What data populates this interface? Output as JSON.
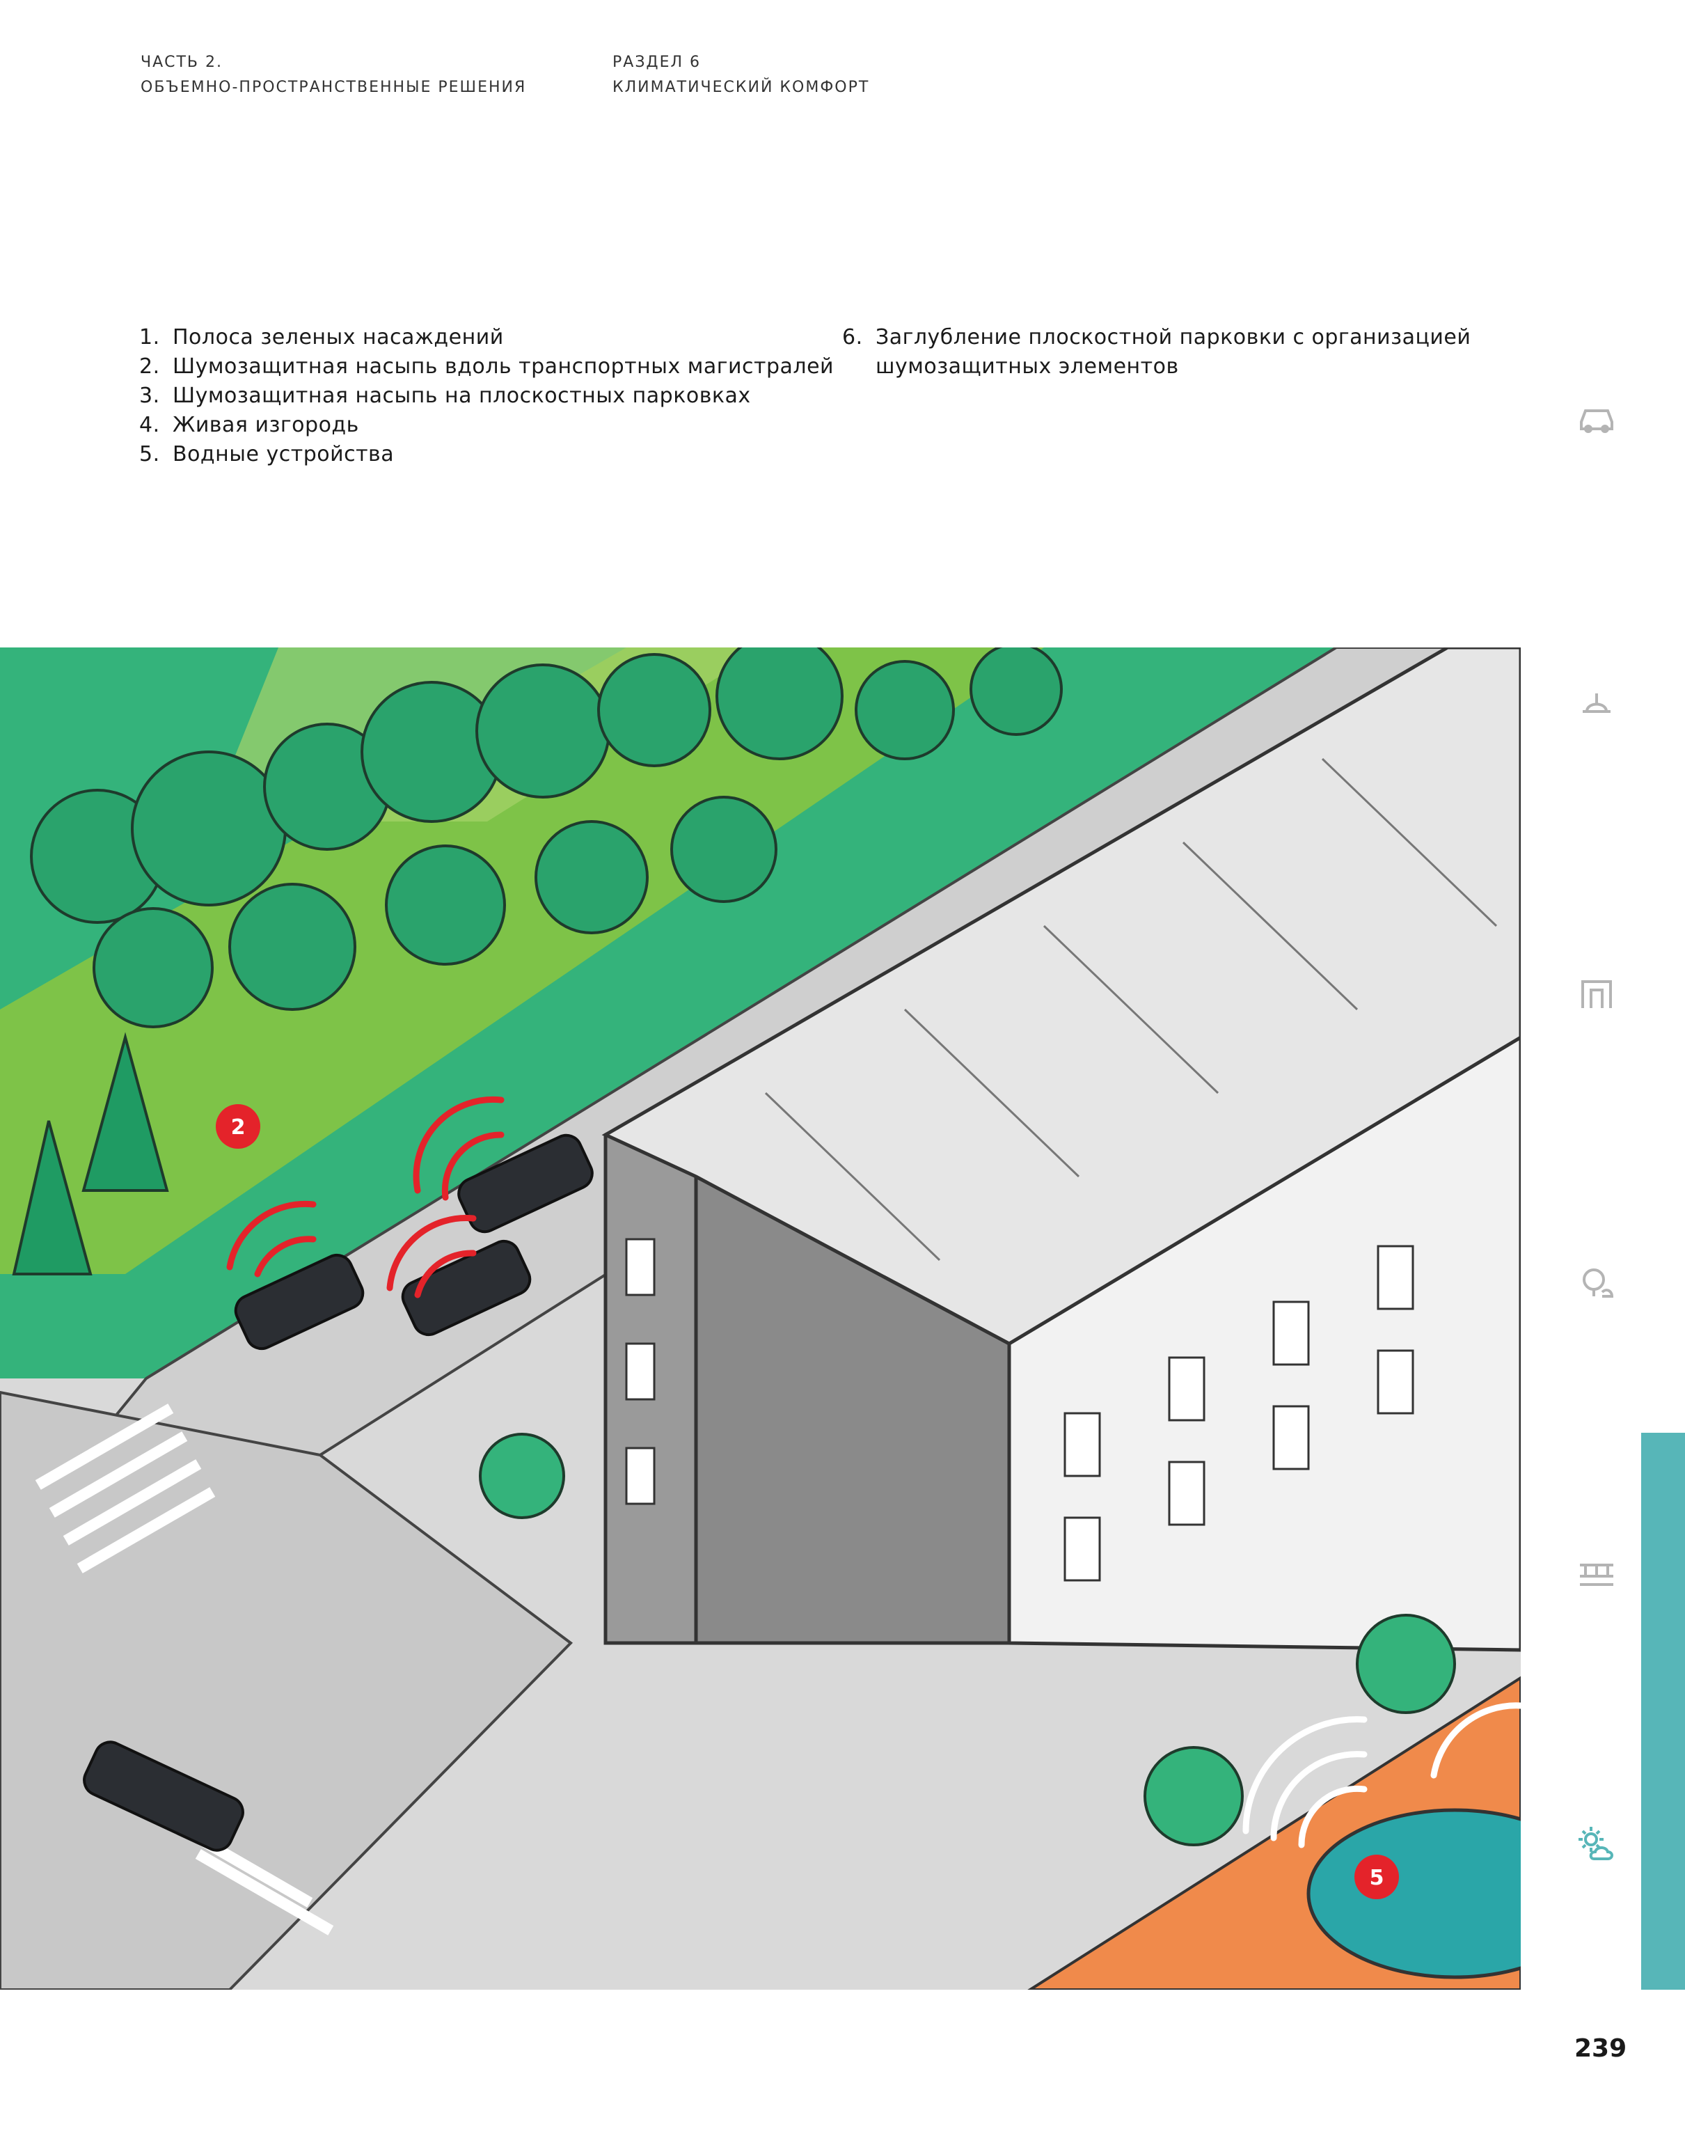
{
  "header": {
    "part_line1": "ЧАСТЬ 2.",
    "part_line2": "ОБЪЕМНО-ПРОСТРАНСТВЕННЫЕ РЕШЕНИЯ",
    "section_line1": "РАЗДЕЛ 6",
    "section_line2": "КЛИМАТИЧЕСКИЙ КОМФОРТ"
  },
  "legend": {
    "items": [
      {
        "num": "1.",
        "text": "Полоса зеленых насаждений"
      },
      {
        "num": "2.",
        "text": "Шумозащитная насыпь вдоль транспортных магистралей"
      },
      {
        "num": "3.",
        "text": "Шумозащитная насыпь на плоскостных парковках"
      },
      {
        "num": "4.",
        "text": "Живая изгородь"
      },
      {
        "num": "5.",
        "text": "Водные устройства"
      },
      {
        "num": "6.",
        "text": "Заглубление плоскостной парковки с организацией шумозащитных элементов"
      }
    ]
  },
  "illustration": {
    "markers": [
      {
        "label": "2"
      },
      {
        "label": "5"
      }
    ]
  },
  "sidebar": {
    "icons": [
      "car-icon",
      "lamp-icon",
      "building-icon",
      "tree-icon",
      "bridge-icon",
      "weather-icon"
    ],
    "active_color": "#57b6b8",
    "inactive_color": "#b4b4b4"
  },
  "colors": {
    "green": "#2fb37a",
    "lawn": "#8cc63f",
    "noise_wave": "#e4232a",
    "plaza": "#f08a4b",
    "water": "#2aa6a8"
  },
  "page_number": "239"
}
